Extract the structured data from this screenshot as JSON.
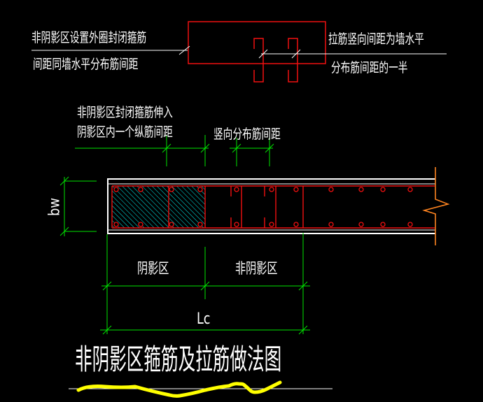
{
  "drawing_title": "非阴影区箍筋及拉筋做法图",
  "top_detail": {
    "left_note_line1": "非阴影区设置外圈封闭箍筋",
    "left_note_line2": "间距同墙水平分布筋间距",
    "right_note_line1": "拉筋竖向间距为墙水平",
    "right_note_line2": "分布筋间距的一半"
  },
  "mid_notes": {
    "hoop_extend_line1": "非阴影区封闭箍筋伸入",
    "hoop_extend_line2": "阴影区内一个纵筋间距",
    "vertical_spacing_note": "竖向分布筋间距"
  },
  "section": {
    "wall_width_label": "bw",
    "shadow_zone_label": "阴影区",
    "non_shadow_zone_label": "非阴影区",
    "boundary_length_label": "Lc"
  },
  "colors": {
    "background": "#000000",
    "rebar_red": "#f01010",
    "dimension_green": "#00e400",
    "hatch_cyan": "#00e0e0",
    "break_line_orange": "#ff8420",
    "text_white": "#ffffff",
    "highlight_yellow": "#ffff00"
  }
}
